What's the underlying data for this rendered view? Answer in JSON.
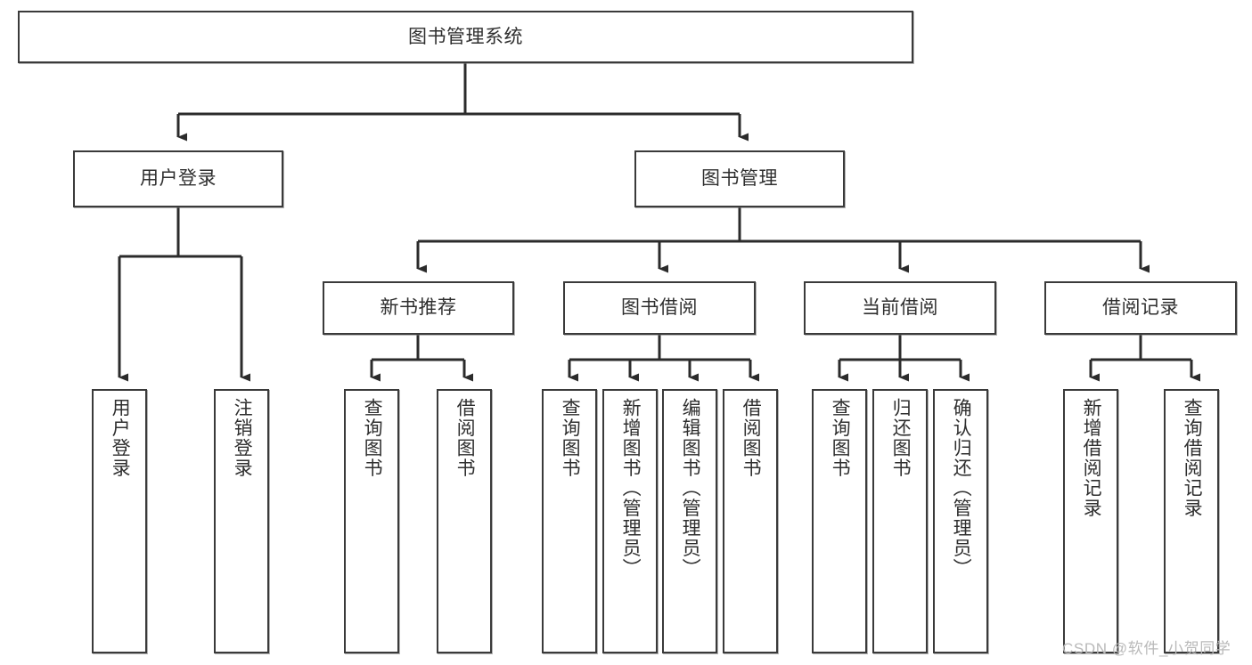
{
  "diagram": {
    "title_node": {
      "label": "图书管理系统"
    },
    "level2": [
      {
        "id": "user-login",
        "label": "用户登录"
      },
      {
        "id": "book-management",
        "label": "图书管理"
      }
    ],
    "level3": [
      {
        "id": "new-book-recommend",
        "label": "新书推荐"
      },
      {
        "id": "book-borrow",
        "label": "图书借阅"
      },
      {
        "id": "current-borrow",
        "label": "当前借阅"
      },
      {
        "id": "borrow-record",
        "label": "借阅记录"
      }
    ],
    "leaves": [
      {
        "id": "leaf-user-login",
        "label": "用户登录"
      },
      {
        "id": "leaf-logout-login",
        "label": "注销登录"
      },
      {
        "id": "leaf-query-book-1",
        "label": "查询图书"
      },
      {
        "id": "leaf-borrow-book-1",
        "label": "借阅图书"
      },
      {
        "id": "leaf-query-book-2",
        "label": "查询图书"
      },
      {
        "id": "leaf-add-book",
        "label": "新增图书（管理员）"
      },
      {
        "id": "leaf-edit-book",
        "label": "编辑图书（管理员）"
      },
      {
        "id": "leaf-borrow-book-2",
        "label": "借阅图书"
      },
      {
        "id": "leaf-query-book-3",
        "label": "查询图书"
      },
      {
        "id": "leaf-return-book",
        "label": "归还图书"
      },
      {
        "id": "leaf-confirm-return",
        "label": "确认归还（管理员）"
      },
      {
        "id": "leaf-add-record",
        "label": "新增借阅记录"
      },
      {
        "id": "leaf-query-record",
        "label": "查询借阅记录"
      }
    ],
    "watermark": "CSDN @软件_小贺同学",
    "colors": {
      "stroke": "#3a3a3a",
      "box_fill": "#ffffff",
      "text": "#2f2f2f",
      "watermark": "#b9b9b9"
    }
  }
}
